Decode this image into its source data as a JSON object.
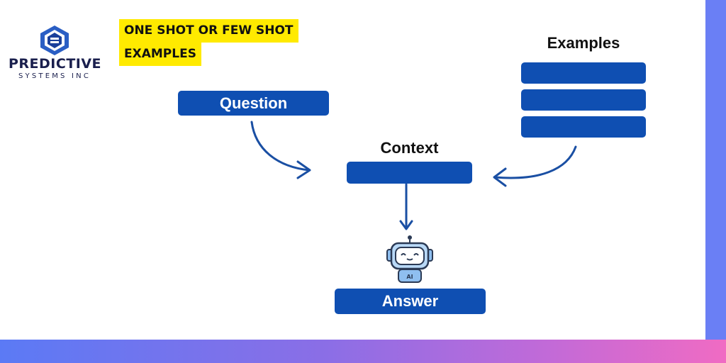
{
  "logo": {
    "name": "PREDICTIVE",
    "subtitle": "SYSTEMS INC",
    "icon": "hexagon-logo-icon"
  },
  "headline": {
    "line1": "ONE SHOT OR FEW SHOT",
    "line2": "EXAMPLES",
    "highlight_color": "#ffea00"
  },
  "diagram": {
    "question_label": "Question",
    "examples_label": "Examples",
    "context_label": "Context",
    "answer_label": "Answer",
    "robot_badge": "AI",
    "box_color": "#0f4fb2",
    "arrow_color": "#1a4fa3"
  }
}
